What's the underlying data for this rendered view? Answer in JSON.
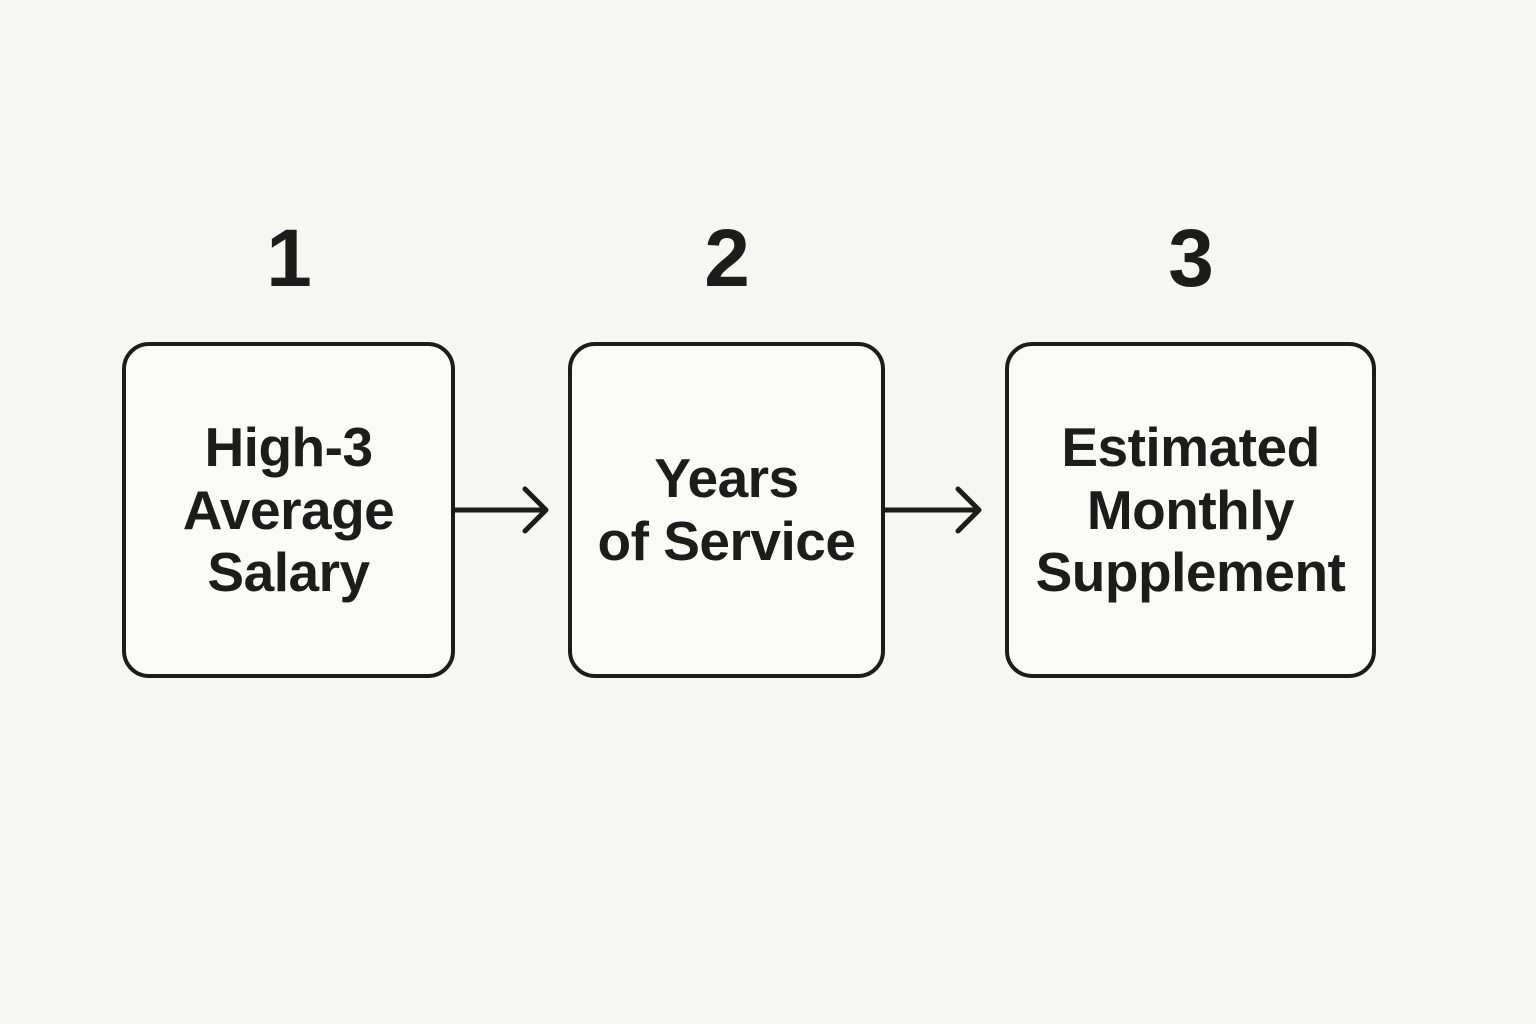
{
  "colors": {
    "background": "#f6f6f4",
    "box_fill": "#fafaf8",
    "line": "#1c1c1c",
    "text": "#1c1c1c"
  },
  "steps": [
    {
      "number": "1",
      "lines": [
        "High-3",
        "Average",
        "Salary"
      ]
    },
    {
      "number": "2",
      "lines": [
        "Years",
        "of Service"
      ]
    },
    {
      "number": "3",
      "lines": [
        "Estimated",
        "Monthly",
        "Supplement"
      ]
    }
  ],
  "arrows": [
    {
      "icon": "arrow-right-icon"
    },
    {
      "icon": "arrow-right-icon"
    }
  ]
}
